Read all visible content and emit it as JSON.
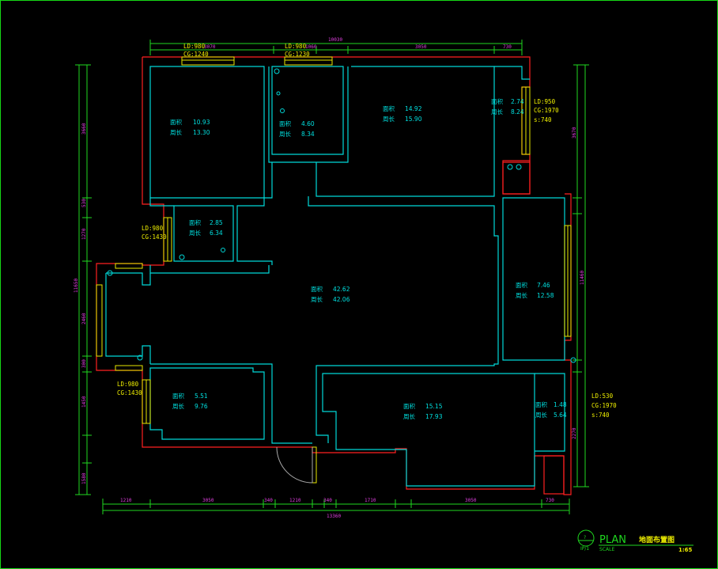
{
  "title_block": {
    "plan": "PLAN",
    "name": "地面布置图",
    "scale_word": "SCALE",
    "scale": "1:65",
    "symbol_num": "?",
    "symbol_ref": "IP/1"
  },
  "rooms": [
    {
      "id": "bedroom-nw",
      "area_label": "面积",
      "area": "10.93",
      "perim_label": "周长",
      "perim": "13.30"
    },
    {
      "id": "bath-n",
      "area_label": "面积",
      "area": "4.60",
      "perim_label": "周长",
      "perim": "8.34"
    },
    {
      "id": "bedroom-n",
      "area_label": "面积",
      "area": "14.92",
      "perim_label": "周长",
      "perim": "15.90"
    },
    {
      "id": "closet-ne",
      "area_label": "面积",
      "area": "2.74",
      "perim_label": "周长",
      "perim": "8.24"
    },
    {
      "id": "bath-w",
      "area_label": "面积",
      "area": "2.85",
      "perim_label": "周长",
      "perim": "6.34"
    },
    {
      "id": "living",
      "area_label": "面积",
      "area": "42.62",
      "perim_label": "周长",
      "perim": "42.06"
    },
    {
      "id": "room-e",
      "area_label": "面积",
      "area": "7.46",
      "perim_label": "周长",
      "perim": "12.58"
    },
    {
      "id": "room-sw",
      "area_label": "面积",
      "area": "5.51",
      "perim_label": "周长",
      "perim": "9.76"
    },
    {
      "id": "bedroom-s",
      "area_label": "面积",
      "area": "15.15",
      "perim_label": "周长",
      "perim": "17.93"
    },
    {
      "id": "closet-se",
      "area_label": "面积",
      "area": "1.48",
      "perim_label": "周长",
      "perim": "5.64"
    }
  ],
  "windows": [
    {
      "id": "win-top-left",
      "ld": "LD:980",
      "cg": "CG:1240"
    },
    {
      "id": "win-top-mid",
      "ld": "LD:980",
      "cg": "CG:1230"
    },
    {
      "id": "win-right-top",
      "ld": "LD:950",
      "cg": "CG:1970",
      "extra": "s:740"
    },
    {
      "id": "win-left",
      "ld": "LD:980",
      "cg": "CG:1430"
    },
    {
      "id": "win-bottom-left",
      "ld": "LD:980",
      "cg": "CG:1430"
    },
    {
      "id": "win-right-bottom",
      "ld": "LD:530",
      "cg": "CG:1970",
      "extra": "s:740"
    }
  ],
  "dimensions": {
    "top_total": "10030",
    "top": [
      "3070",
      "1060",
      "3050",
      "730"
    ],
    "bottom_total": "13360",
    "bottom": [
      "1210",
      "3050",
      "340",
      "1210",
      "340",
      "1710",
      "3050",
      "730"
    ],
    "left_total": "11650",
    "left": [
      "3660",
      "530",
      "1270",
      "2460",
      "300",
      "1450",
      "1580"
    ],
    "right": [
      "3670",
      "11460",
      "2270"
    ]
  }
}
